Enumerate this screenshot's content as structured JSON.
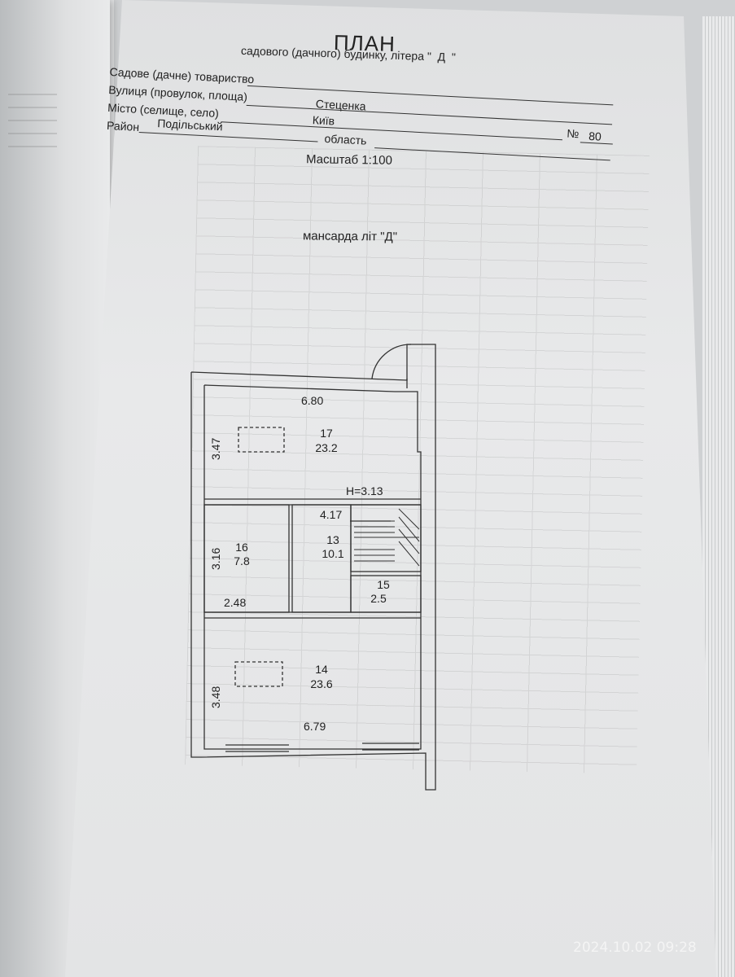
{
  "document": {
    "title": "ПЛАН",
    "subtitle": "садового (дачного) будинку, літера \"  Д  \"",
    "fields": {
      "partnership_label": "Садове (дачне) товариство",
      "street_label": "Вулиця (провулок, площа)",
      "street_value": "Стеценка",
      "city_label": "Місто (селище, село)",
      "city_value": "Київ",
      "number_label": "№",
      "number_value": "80",
      "district_label": "Район",
      "district_value": "Подільський",
      "region_label": "область"
    },
    "scale": "Масштаб 1:100",
    "floor_label": "мансарда літ \"Д\""
  },
  "plan": {
    "ceiling_height": "H=3.13",
    "rooms": [
      {
        "number": "17",
        "area": "23.2",
        "width": "6.80",
        "depth": "3.47"
      },
      {
        "number": "16",
        "area": "7.8",
        "width": "2.48",
        "depth": "3.16"
      },
      {
        "number": "13",
        "area": "10.1",
        "width": "4.17"
      },
      {
        "number": "15",
        "area": "2.5"
      },
      {
        "number": "14",
        "area": "23.6",
        "width": "6.79",
        "depth": "3.48"
      }
    ]
  },
  "photo": {
    "timestamp": "2024.10.02 09:28"
  }
}
